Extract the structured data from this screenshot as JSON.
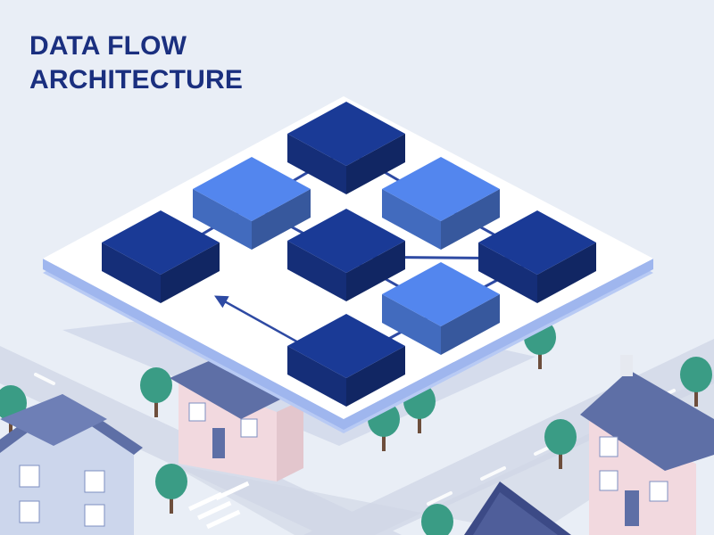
{
  "title": {
    "line1": "DATA FLOW",
    "line2": "ARCHITECTURE"
  },
  "colors": {
    "background": "#e9eef6",
    "title": "#1a2f7f",
    "platform": "#ffffff",
    "platform_edge": "#aac0ef",
    "node_dark": "#1a3a96",
    "node_light": "#5386ee",
    "connector": "#2e4aa3",
    "road": "#cdd5e4",
    "tree": "#3a9c85",
    "trunk": "#6d4e3c",
    "house_wall": "#f2d9df",
    "house_wall_alt": "#ccd6ec",
    "roof": "#5e6fa6"
  },
  "diagram": {
    "nodes": [
      {
        "id": "n1",
        "tone": "dark"
      },
      {
        "id": "n2",
        "tone": "light"
      },
      {
        "id": "n3",
        "tone": "light"
      },
      {
        "id": "n4",
        "tone": "dark"
      },
      {
        "id": "n5",
        "tone": "dark"
      },
      {
        "id": "n6",
        "tone": "dark"
      },
      {
        "id": "n7",
        "tone": "light"
      },
      {
        "id": "n8",
        "tone": "dark"
      }
    ],
    "links": [
      {
        "from": "n1",
        "to": "n3",
        "style": "line"
      },
      {
        "from": "n1",
        "to": "n2",
        "style": "line"
      },
      {
        "from": "n2",
        "to": "n5",
        "style": "line"
      },
      {
        "from": "n3",
        "to": "n6",
        "style": "line"
      },
      {
        "from": "n5",
        "to": "n6",
        "style": "line"
      },
      {
        "from": "n2",
        "to": "n4",
        "style": "line"
      },
      {
        "from": "n5",
        "to": "n7",
        "style": "line"
      },
      {
        "from": "n6",
        "to": "n7",
        "style": "line"
      },
      {
        "from": "n7",
        "to": "n8",
        "style": "line"
      },
      {
        "from": "n4",
        "to": "n8",
        "style": "double-arrow"
      }
    ]
  },
  "city": {
    "trees": 9,
    "houses": 3
  }
}
